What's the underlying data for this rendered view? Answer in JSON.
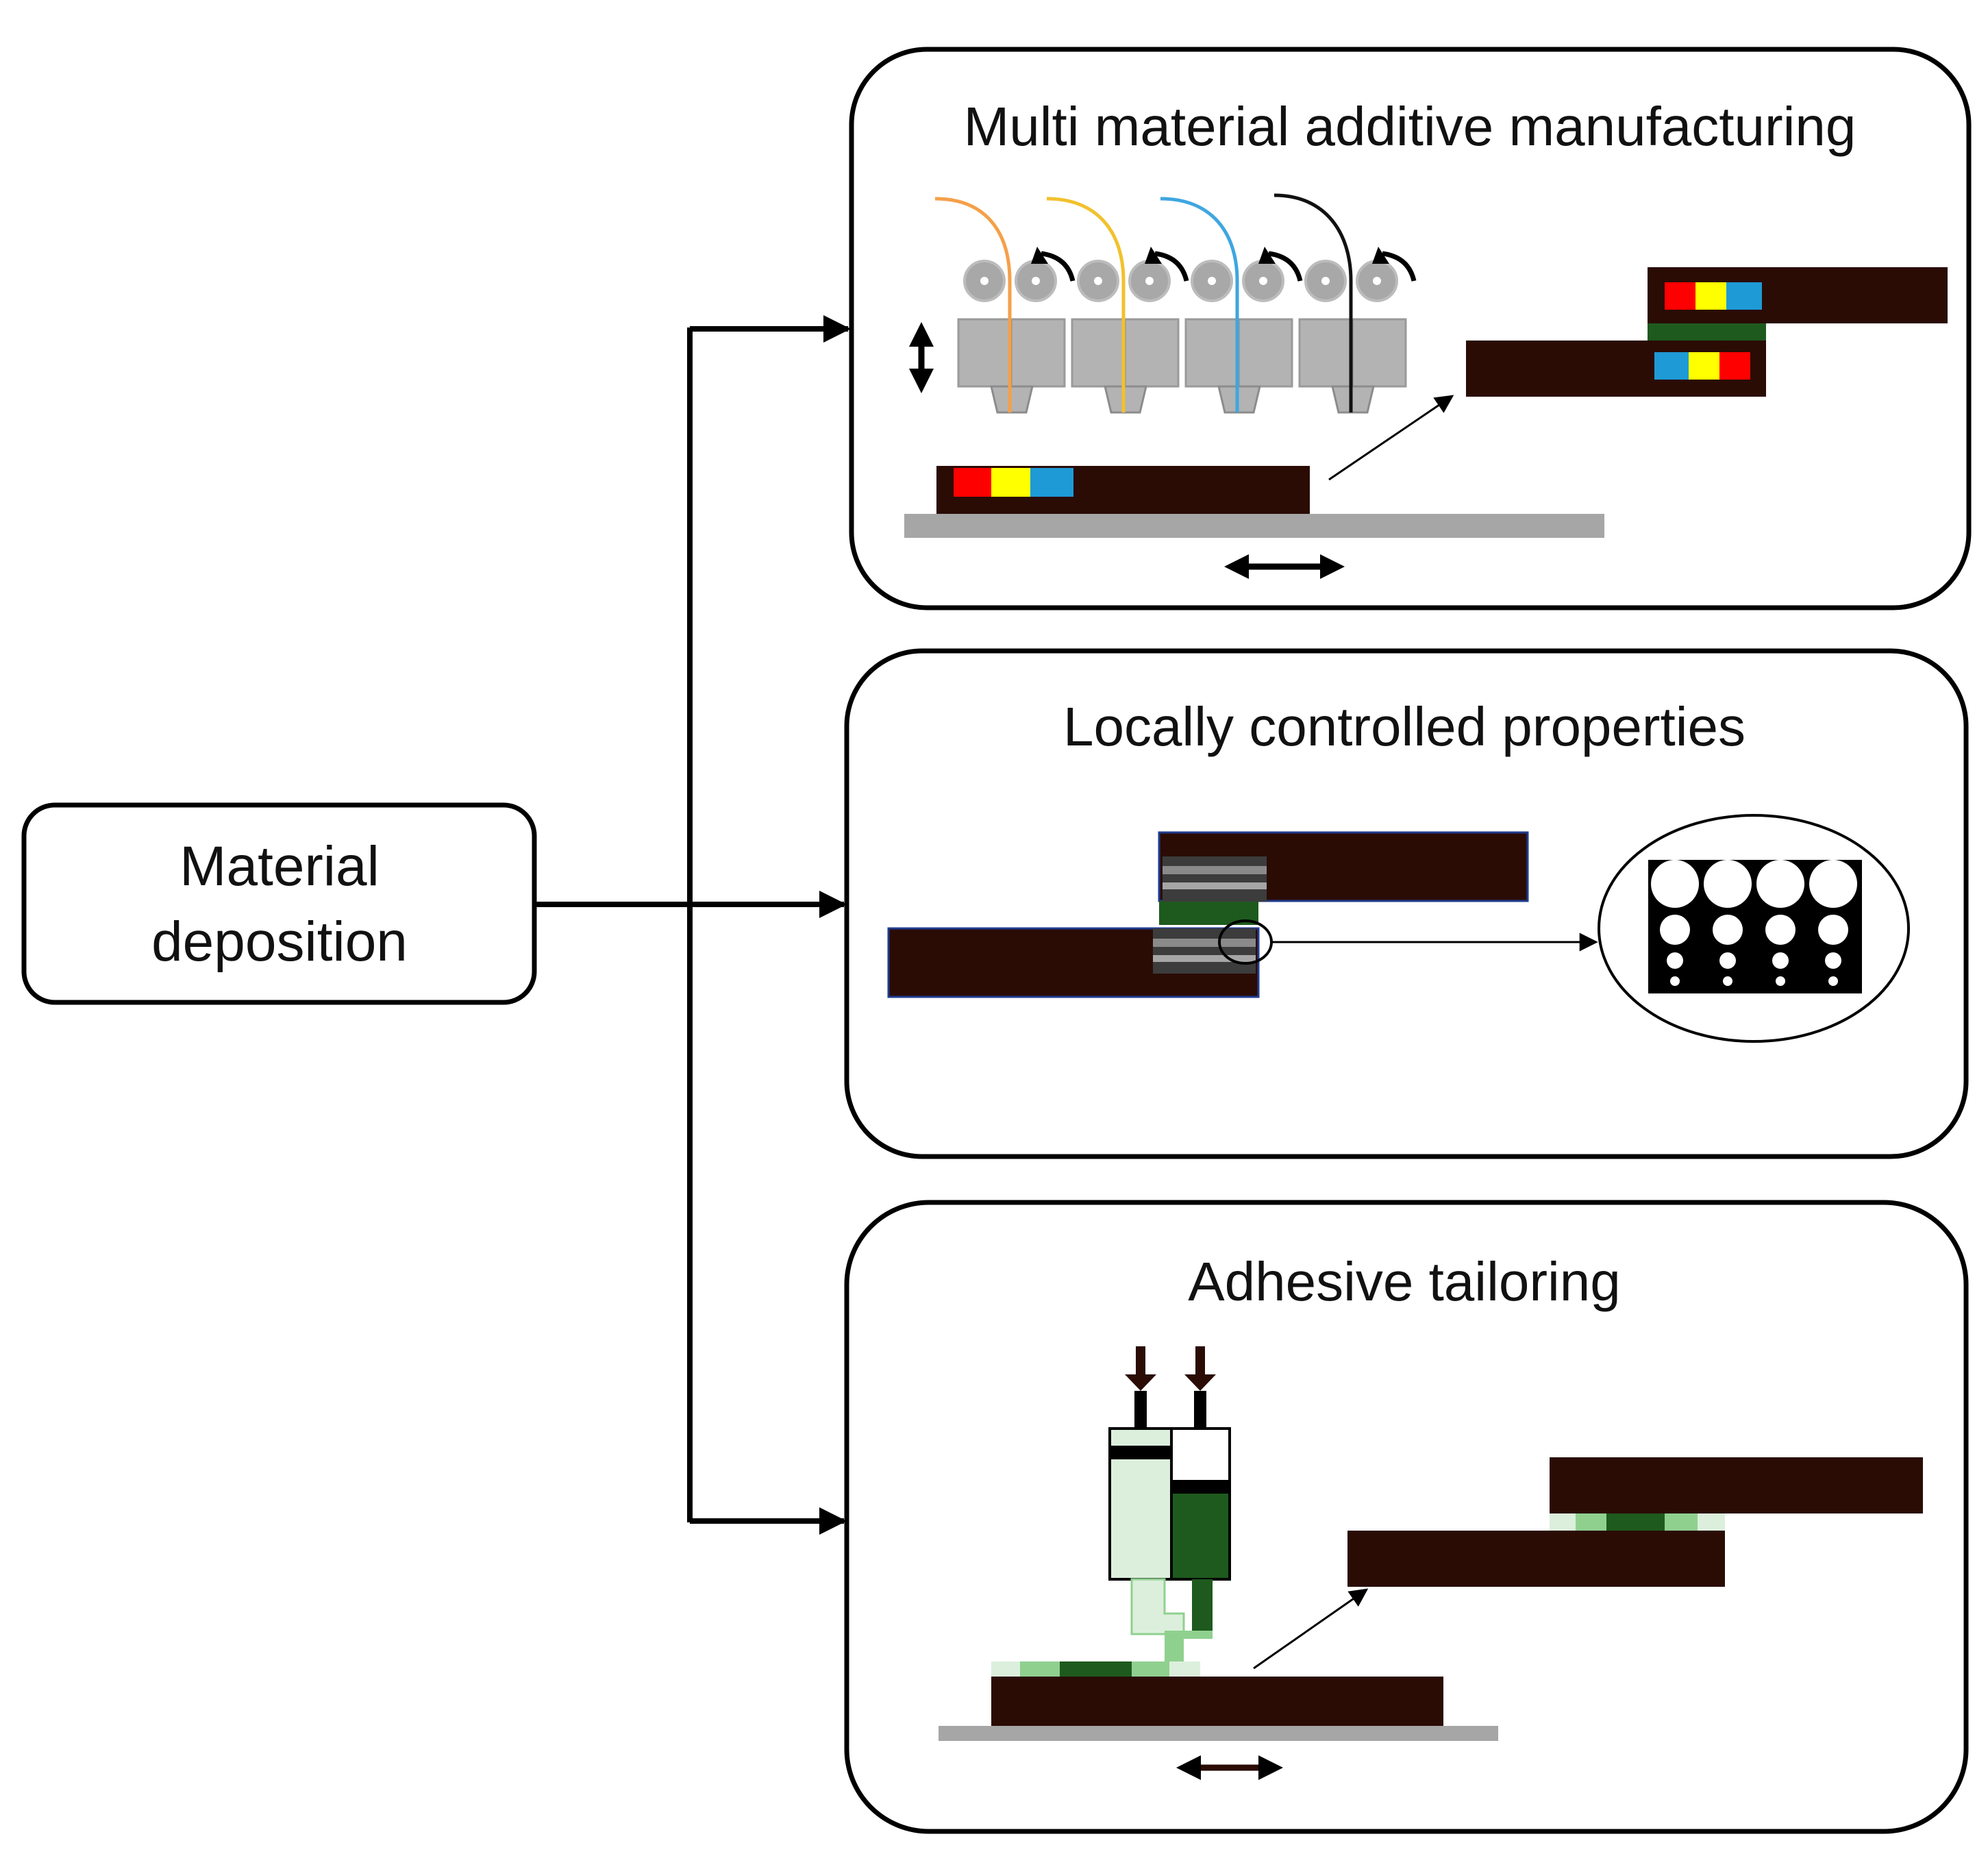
{
  "root": {
    "line1": "Material",
    "line2": "deposition"
  },
  "panels": {
    "multi": {
      "title": "Multi material additive manufacturing"
    },
    "local": {
      "title": "Locally controlled properties"
    },
    "adhesive": {
      "title": "Adhesive tailoring"
    }
  },
  "colors": {
    "adherend": "#2a0c05",
    "stage": "#a6a6a6",
    "nozzle": "#b3b3b3",
    "roller": "#a8a8a8",
    "filament_orange": "#f5a04a",
    "filament_yellow": "#f2c12e",
    "filament_blue": "#3fa6e0",
    "filament_black": "#111111",
    "red": "#ff0000",
    "yellow": "#ffff00",
    "blue": "#1e9ad6",
    "adhesive_dark": "#1e5a1e",
    "adhesive_mid": "#8fd08f",
    "adhesive_light": "#dcefdc",
    "grey_band": "#8a8a8a"
  }
}
